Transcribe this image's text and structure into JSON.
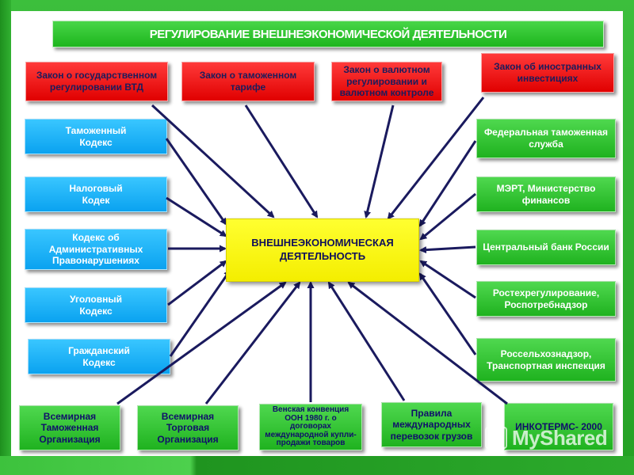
{
  "title": "РЕГУЛИРОВАНИЕ    ВНЕШНЕЭКОНОМИЧЕСКОЙ   ДЕЯТЕЛЬНОСТИ",
  "center": "ВНЕШНЕЭКОНОМИЧЕСКАЯ\nДЕЯТЕЛЬНОСТЬ",
  "laws_top": [
    "Закон о государственном регулировании ВТД",
    "Закон о таможенном тарифе",
    "Закон о валютном регулировании и валютном контроле",
    "Закон об иностранных инвестициях"
  ],
  "codes_left": [
    "Таможенный\nКодекс",
    "Налоговый\nКодек",
    "Кодекс об\nАдминистративных\nПравонарушениях",
    "Уголовный\nКодекс",
    "Гражданский\nКодекс"
  ],
  "agencies_right": [
    "Федеральная таможенная служба",
    "МЭРТ, Министерство финансов",
    "Центральный банк России",
    "Ростехрегулирование, Роспотребнадзор",
    "Россельхознадзор, Транспортная инспекция"
  ],
  "international_bottom": [
    "Всемирная\nТаможенная\nОрганизация",
    "Всемирная\nТорговая\nОрганизация",
    "Венская конвенция ООН 1980 г. о договорах международной купли-продажи товаров",
    "Правила международных перевозок грузов",
    "ИНКОТЕРМС- 2000"
  ],
  "watermark": "MyShared",
  "colors": {
    "background": "#2eab2e",
    "title_bar": "#22b522",
    "law_boxes": "#ee1111",
    "code_boxes": "#19b2f8",
    "agency_boxes": "#2dc02d",
    "center_box": "#f6f000",
    "arrows": "#1a1a5e"
  }
}
